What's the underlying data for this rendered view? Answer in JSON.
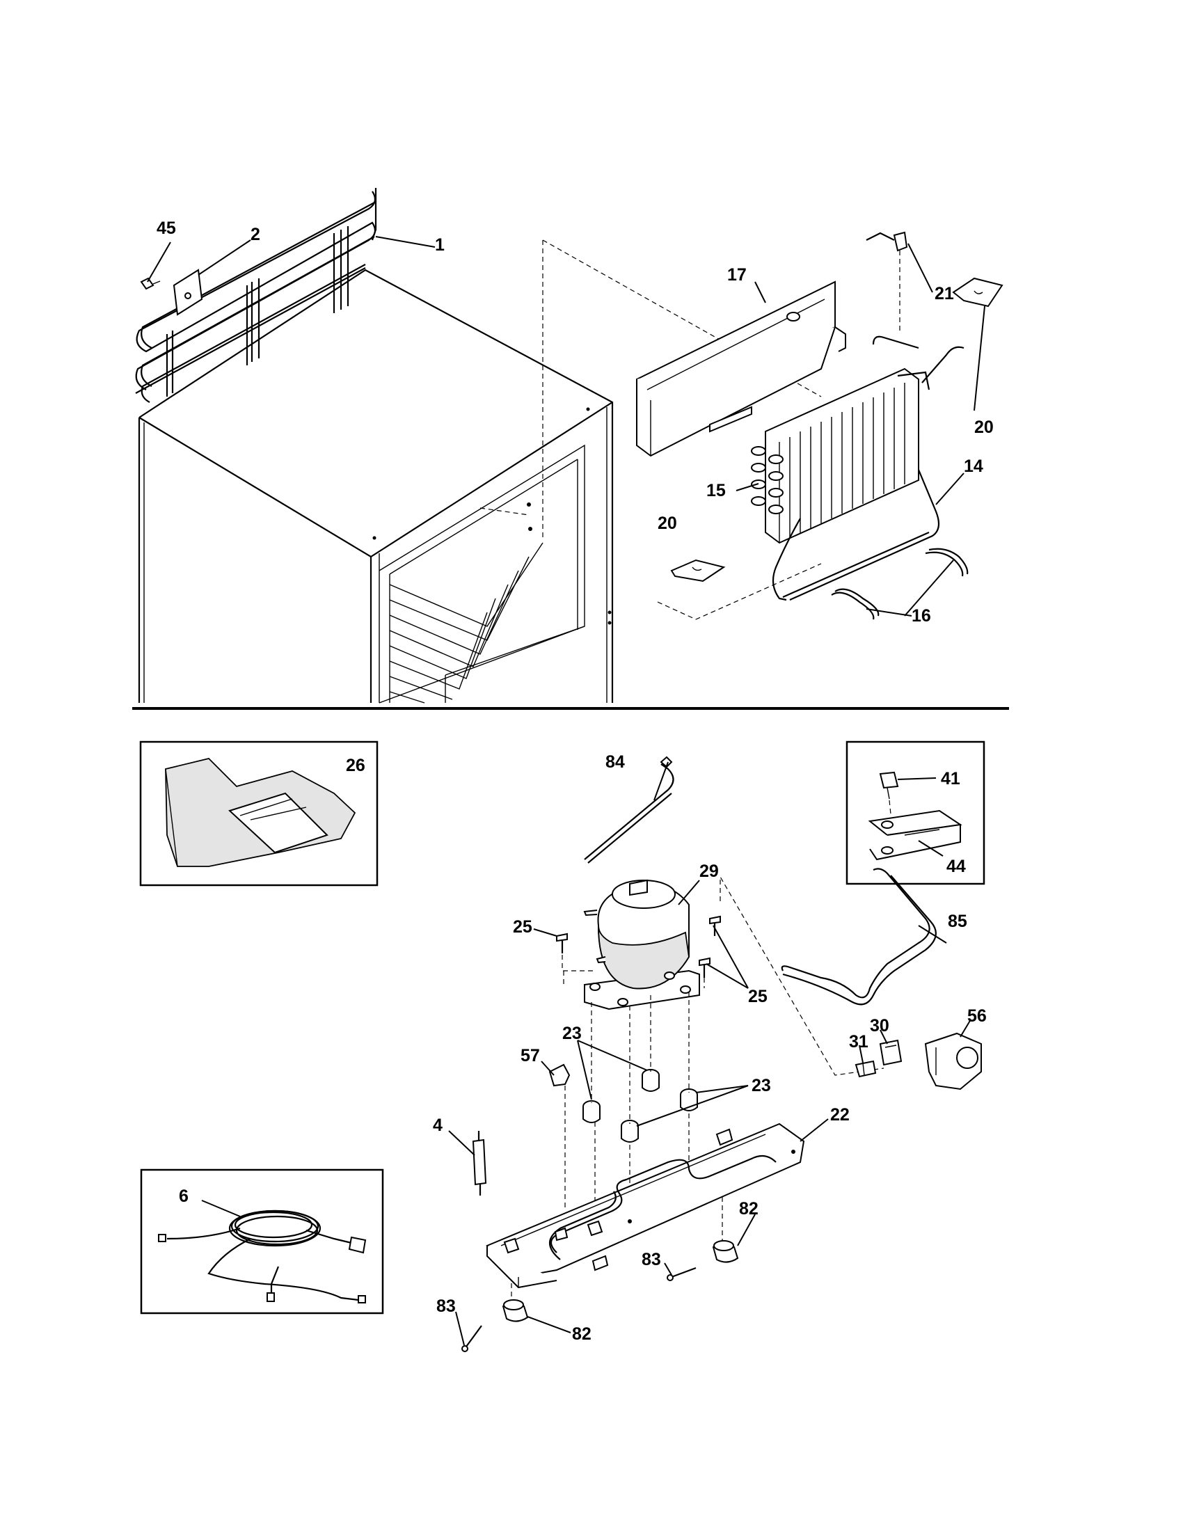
{
  "diagram": {
    "callouts": {
      "c45": "45",
      "c2": "2",
      "c1": "1",
      "c17": "17",
      "c21": "21",
      "c20a": "20",
      "c20b": "20",
      "c15": "15",
      "c14": "14",
      "c16": "16",
      "c26": "26",
      "c84": "84",
      "c41": "41",
      "c44": "44",
      "c29": "29",
      "c25a": "25",
      "c25b": "25",
      "c85": "85",
      "c56": "56",
      "c30": "30",
      "c31": "31",
      "c23a": "23",
      "c23b": "23",
      "c57": "57",
      "c4": "4",
      "c22": "22",
      "c6": "6",
      "c82a": "82",
      "c83a": "83",
      "c83b": "83",
      "c82b": "82"
    }
  }
}
